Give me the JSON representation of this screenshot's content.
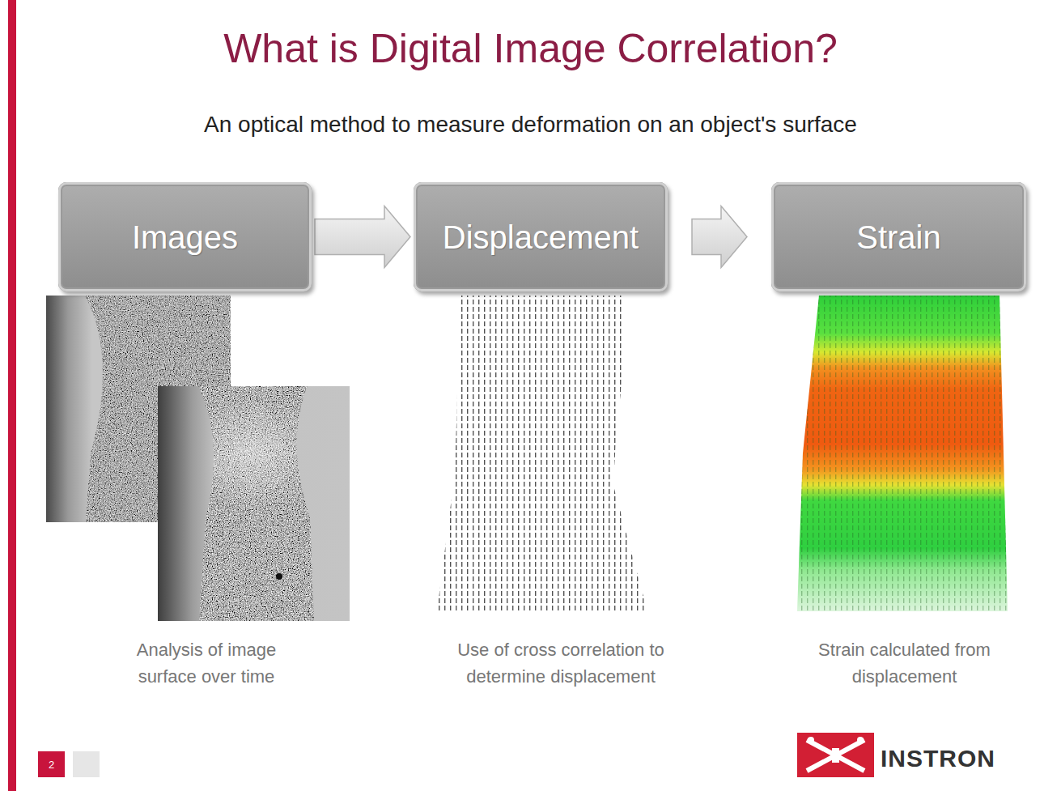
{
  "diagram": {
    "title": "What is Digital Image Correlation?",
    "nodes": [
      {
        "text": [
          "Images"
        ]
      },
      {
        "text": [
          "Displacement"
        ]
      },
      {
        "text": [
          "Strain"
        ]
      }
    ],
    "edges": [
      {
        "from": 0,
        "to": 1,
        "arrow": "to"
      },
      {
        "from": 1,
        "to": 2,
        "arrow": "to"
      }
    ],
    "labels": [
      "An optical method to measure deformation on an object's surface",
      "Analysis of image surface over time",
      "Use of cross correlation to determine displacement",
      "Strain calculated from displacement",
      "2",
      "INSTRON"
    ]
  }
}
